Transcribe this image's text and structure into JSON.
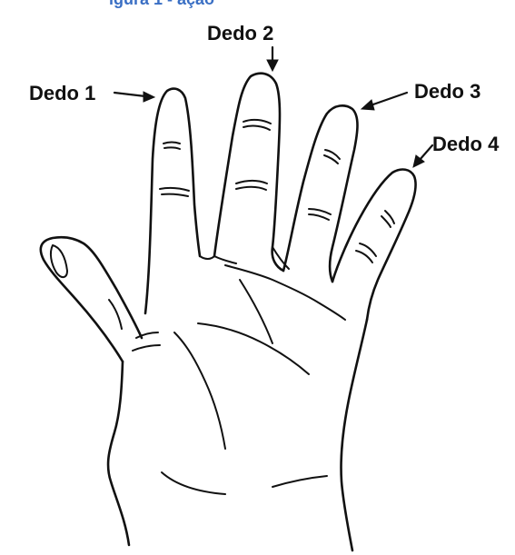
{
  "header_fragment": "igura 1 - ação",
  "labels": {
    "finger1": "Dedo 1",
    "finger2": "Dedo 2",
    "finger3": "Dedo 3",
    "finger4": "Dedo 4"
  },
  "colors": {
    "line": "#111111",
    "header_text": "#3a6fc4",
    "background": "#ffffff"
  }
}
